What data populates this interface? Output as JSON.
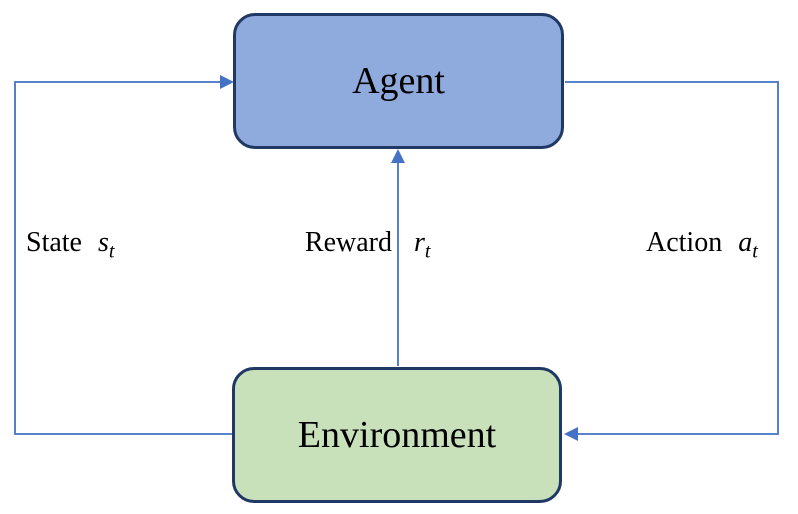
{
  "diagram": {
    "type": "flow-diagram",
    "topic": "agent-environment interaction loop",
    "nodes": {
      "agent": {
        "label": "Agent"
      },
      "environment": {
        "label": "Environment"
      }
    },
    "edges": {
      "state": {
        "word": "State",
        "symbol": "s",
        "subscript": "t",
        "from": "environment",
        "to": "agent"
      },
      "reward": {
        "word": "Reward",
        "symbol": "r",
        "subscript": "t",
        "from": "environment",
        "to": "agent"
      },
      "action": {
        "word": "Action",
        "symbol": "a",
        "subscript": "t",
        "from": "agent",
        "to": "environment"
      }
    },
    "colors": {
      "arrow": "#4472C4",
      "text": "#000000",
      "background": "#FFFFFF",
      "agent_fill": "#8FAADC",
      "agent_border": "#1F3864",
      "environment_fill": "#C8E1BB",
      "environment_border": "#1F3864"
    }
  }
}
